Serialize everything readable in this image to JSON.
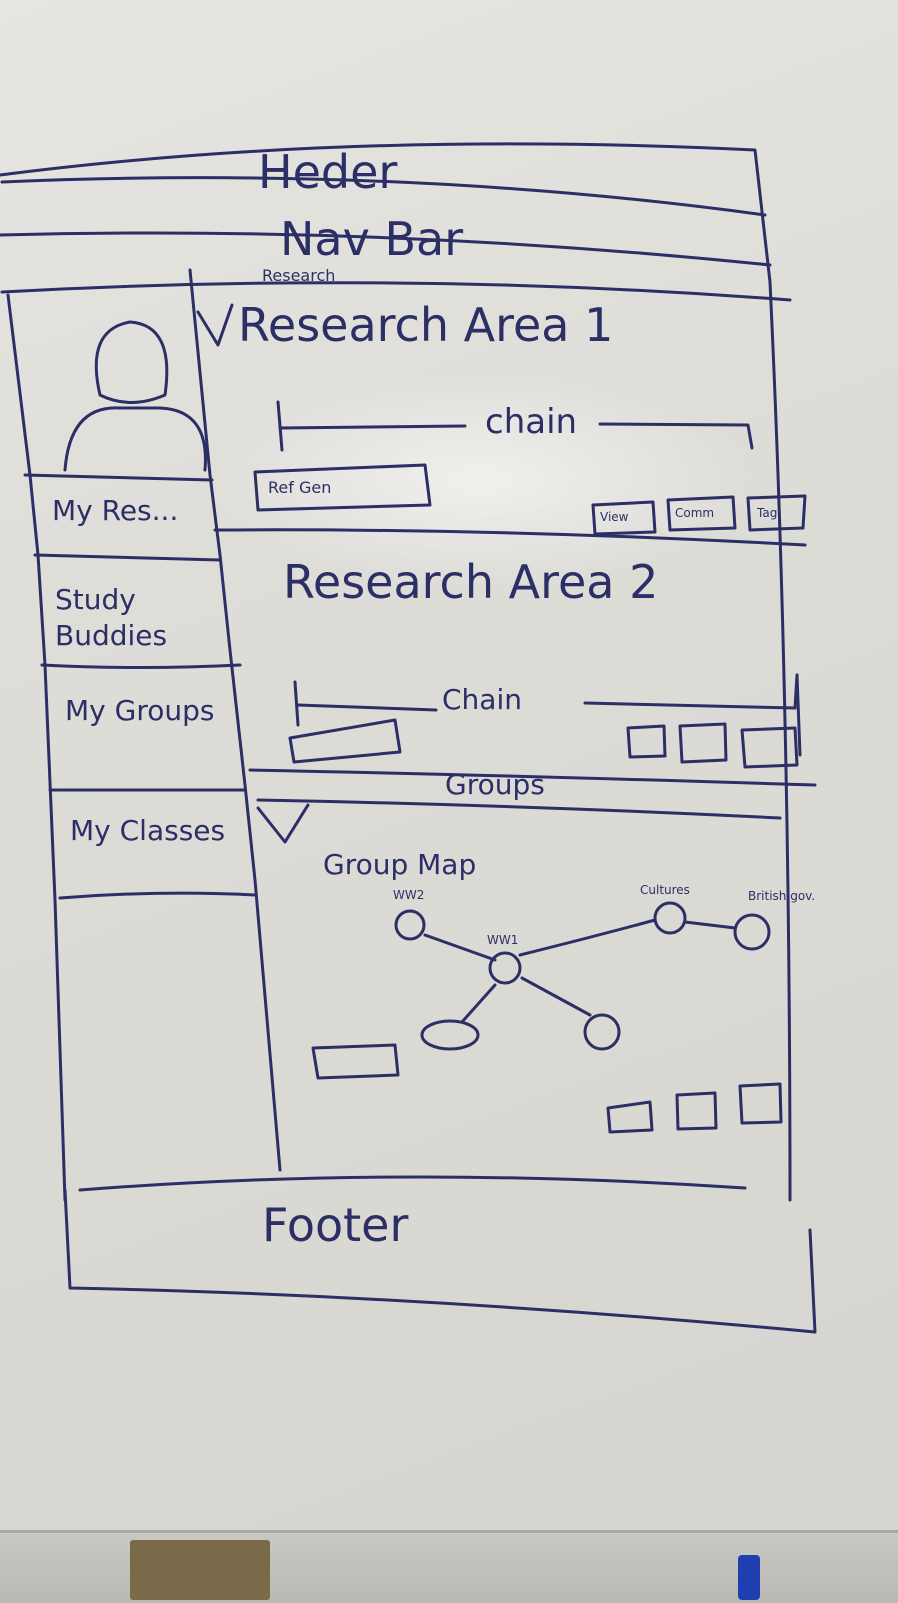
{
  "header": {
    "label": "Heder"
  },
  "nav_bar": {
    "label": "Nav Bar"
  },
  "sidebar": {
    "items": [
      {
        "label": "My Res..."
      },
      {
        "label": "Study Buddies"
      },
      {
        "label": "My Groups"
      },
      {
        "label": "My Classes"
      }
    ]
  },
  "research": {
    "section_label": "Research",
    "area1": {
      "title": "Research Area 1",
      "chain_label": "chain",
      "button_label": "Ref Gen",
      "actions": [
        "View",
        "Comm",
        "Tag"
      ]
    },
    "area2": {
      "title": "Research Area 2",
      "chain_label": "Chain"
    }
  },
  "groups": {
    "section_label": "Groups",
    "map_title": "Group Map",
    "nodes": [
      {
        "label": "WW2"
      },
      {
        "label": "WW1"
      },
      {
        "label": "Cultures"
      },
      {
        "label": "British gov."
      }
    ]
  },
  "footer": {
    "label": "Footer"
  },
  "colors": {
    "ink": "#2b2f66",
    "board": "#e3e2de"
  }
}
